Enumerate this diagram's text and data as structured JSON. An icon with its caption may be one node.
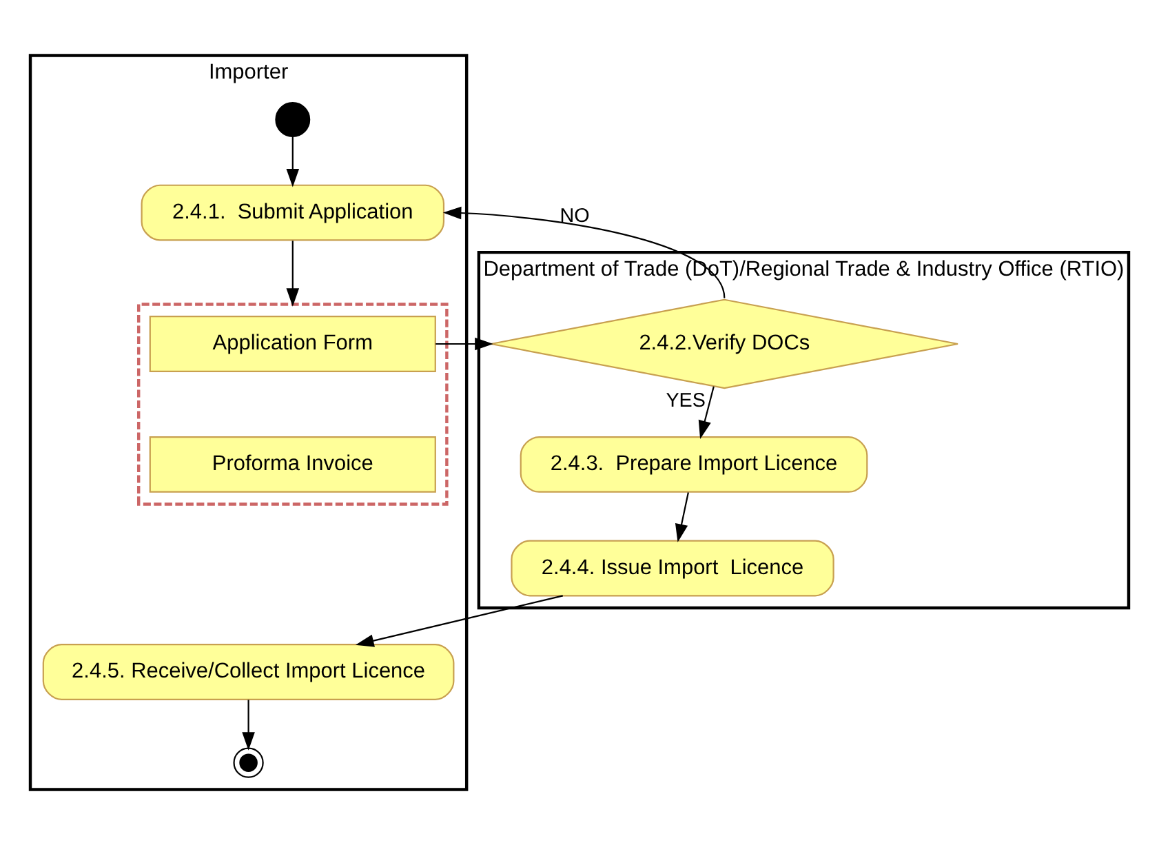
{
  "diagram": {
    "nodes": [
      {
        "text": [
          "Importer"
        ]
      },
      {
        "text": [],
        "shape": "circle",
        "in": 0
      },
      {
        "text": [
          "2.4.1.  Submit Application"
        ],
        "in": 0
      },
      {
        "text": [],
        "shape": "box",
        "in": 0
      },
      {
        "text": [
          "Application Form"
        ],
        "in": 3
      },
      {
        "text": [
          "Proforma Invoice"
        ],
        "in": 3
      },
      {
        "text": [
          "Department of Trade (DoT)/Regional Trade & Industry Office (RTIO)"
        ]
      },
      {
        "text": [
          "2.4.2.Verify DOCs"
        ],
        "in": 6
      },
      {
        "text": [
          "2.4.3.  Prepare Import Licence"
        ],
        "in": 6
      },
      {
        "text": [
          "2.4.4. Issue Import  Licence"
        ],
        "in": 6
      },
      {
        "text": [
          "2.4.5. Receive/Collect Import Licence"
        ],
        "in": 0
      },
      {
        "text": [],
        "shape": "circle",
        "in": 0
      }
    ],
    "edges": [
      {
        "from": 1,
        "to": 2,
        "arrow": "to"
      },
      {
        "from": 2,
        "to": 3,
        "arrow": "to"
      },
      {
        "from": 4,
        "to": 7,
        "arrow": "to"
      },
      {
        "from": 7,
        "to": 2,
        "arrow": "to",
        "label": "NO"
      },
      {
        "from": 7,
        "to": 8,
        "arrow": "to",
        "label": "YES"
      },
      {
        "from": 8,
        "to": 9,
        "arrow": "to"
      },
      {
        "from": 9,
        "to": 10,
        "arrow": "to"
      },
      {
        "from": 10,
        "to": 11,
        "arrow": "to"
      }
    ]
  }
}
